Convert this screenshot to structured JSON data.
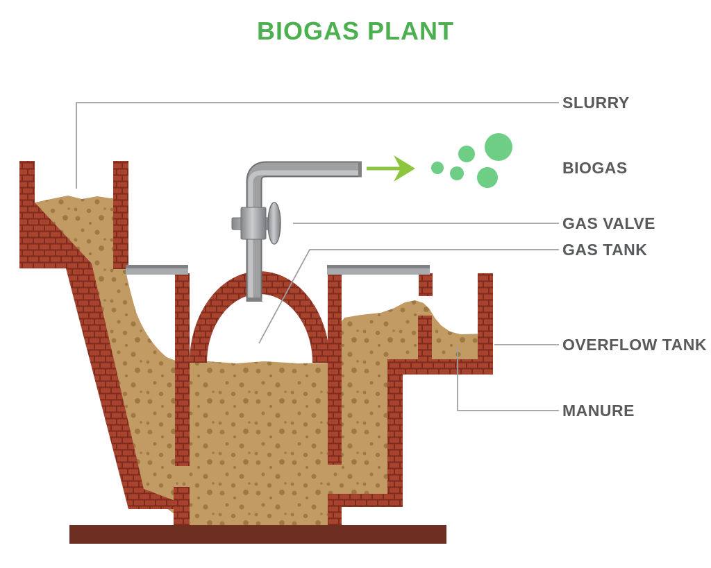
{
  "title": {
    "text": "BIOGAS PLANT"
  },
  "labels": {
    "slurry": "SLURRY",
    "biogas": "BIOGAS",
    "gas_valve": "GAS VALVE",
    "gas_tank": "GAS TANK",
    "overflow_tank": "OVERFLOW TANK",
    "manure": "MANURE"
  },
  "icons": {
    "biogas_flow_arrow": "right-arrow",
    "biogas_bubbles": "gas-bubbles"
  },
  "colors": {
    "title_green": "#4caf50",
    "label_gray": "#58595b",
    "leader_gray": "#9d9fa2",
    "brick_red": "#a8432e",
    "brick_mortar": "#7c2b1e",
    "slurry_tan": "#c29a63",
    "slurry_speck": "#9f7843",
    "biogas_green": "#6fce85",
    "arrow_green": "#8cc63e",
    "pipe_gray": "#9ea0a2",
    "pipe_gray_dark": "#6e6f71",
    "pipe_gray_light": "#c6c7c9",
    "pipe_cap_gray": "#7e8082",
    "lintel_gray": "#a9abae",
    "lintel_gray_dark": "#808184",
    "base_brown": "#6e2f23"
  }
}
